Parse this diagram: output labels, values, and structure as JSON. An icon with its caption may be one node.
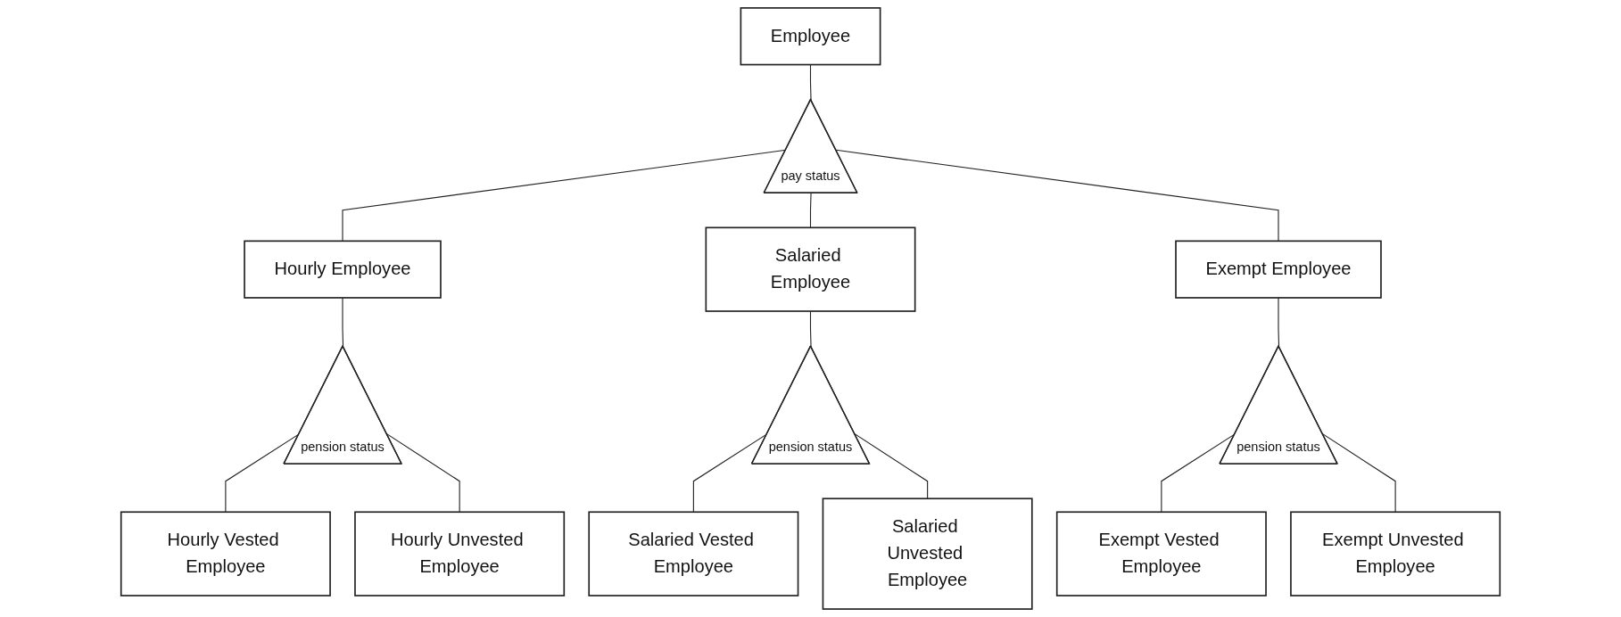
{
  "diagram": {
    "nodes": [
      {
        "text": [
          "Employee"
        ]
      },
      {
        "text": [
          "pay status"
        ]
      },
      {
        "text": [
          "Hourly Employee"
        ]
      },
      {
        "text": [
          "Salaried Employee"
        ]
      },
      {
        "text": [
          "Exempt Employee"
        ]
      },
      {
        "text": [
          "pension status"
        ]
      },
      {
        "text": [
          "pension status"
        ]
      },
      {
        "text": [
          "pension status"
        ]
      },
      {
        "text": [
          "Hourly Vested Employee"
        ]
      },
      {
        "text": [
          "Hourly Unvested Employee"
        ]
      },
      {
        "text": [
          "Salaried Vested Employee"
        ]
      },
      {
        "text": [
          "Salaried Unvested Employee"
        ]
      },
      {
        "text": [
          "Exempt Vested Employee"
        ]
      },
      {
        "text": [
          "Exempt Unvested Employee"
        ]
      }
    ],
    "edges": [
      {
        "from": 0,
        "to": 1,
        "arrow": "none"
      },
      {
        "from": 1,
        "to": 2,
        "arrow": "none"
      },
      {
        "from": 1,
        "to": 3,
        "arrow": "none"
      },
      {
        "from": 1,
        "to": 4,
        "arrow": "none"
      },
      {
        "from": 2,
        "to": 5,
        "arrow": "none"
      },
      {
        "from": 3,
        "to": 6,
        "arrow": "none"
      },
      {
        "from": 4,
        "to": 7,
        "arrow": "none"
      },
      {
        "from": 5,
        "to": 8,
        "arrow": "none"
      },
      {
        "from": 5,
        "to": 9,
        "arrow": "none"
      },
      {
        "from": 6,
        "to": 10,
        "arrow": "none"
      },
      {
        "from": 6,
        "to": 11,
        "arrow": "none"
      },
      {
        "from": 7,
        "to": 12,
        "arrow": "none"
      },
      {
        "from": 7,
        "to": 13,
        "arrow": "none"
      }
    ]
  }
}
